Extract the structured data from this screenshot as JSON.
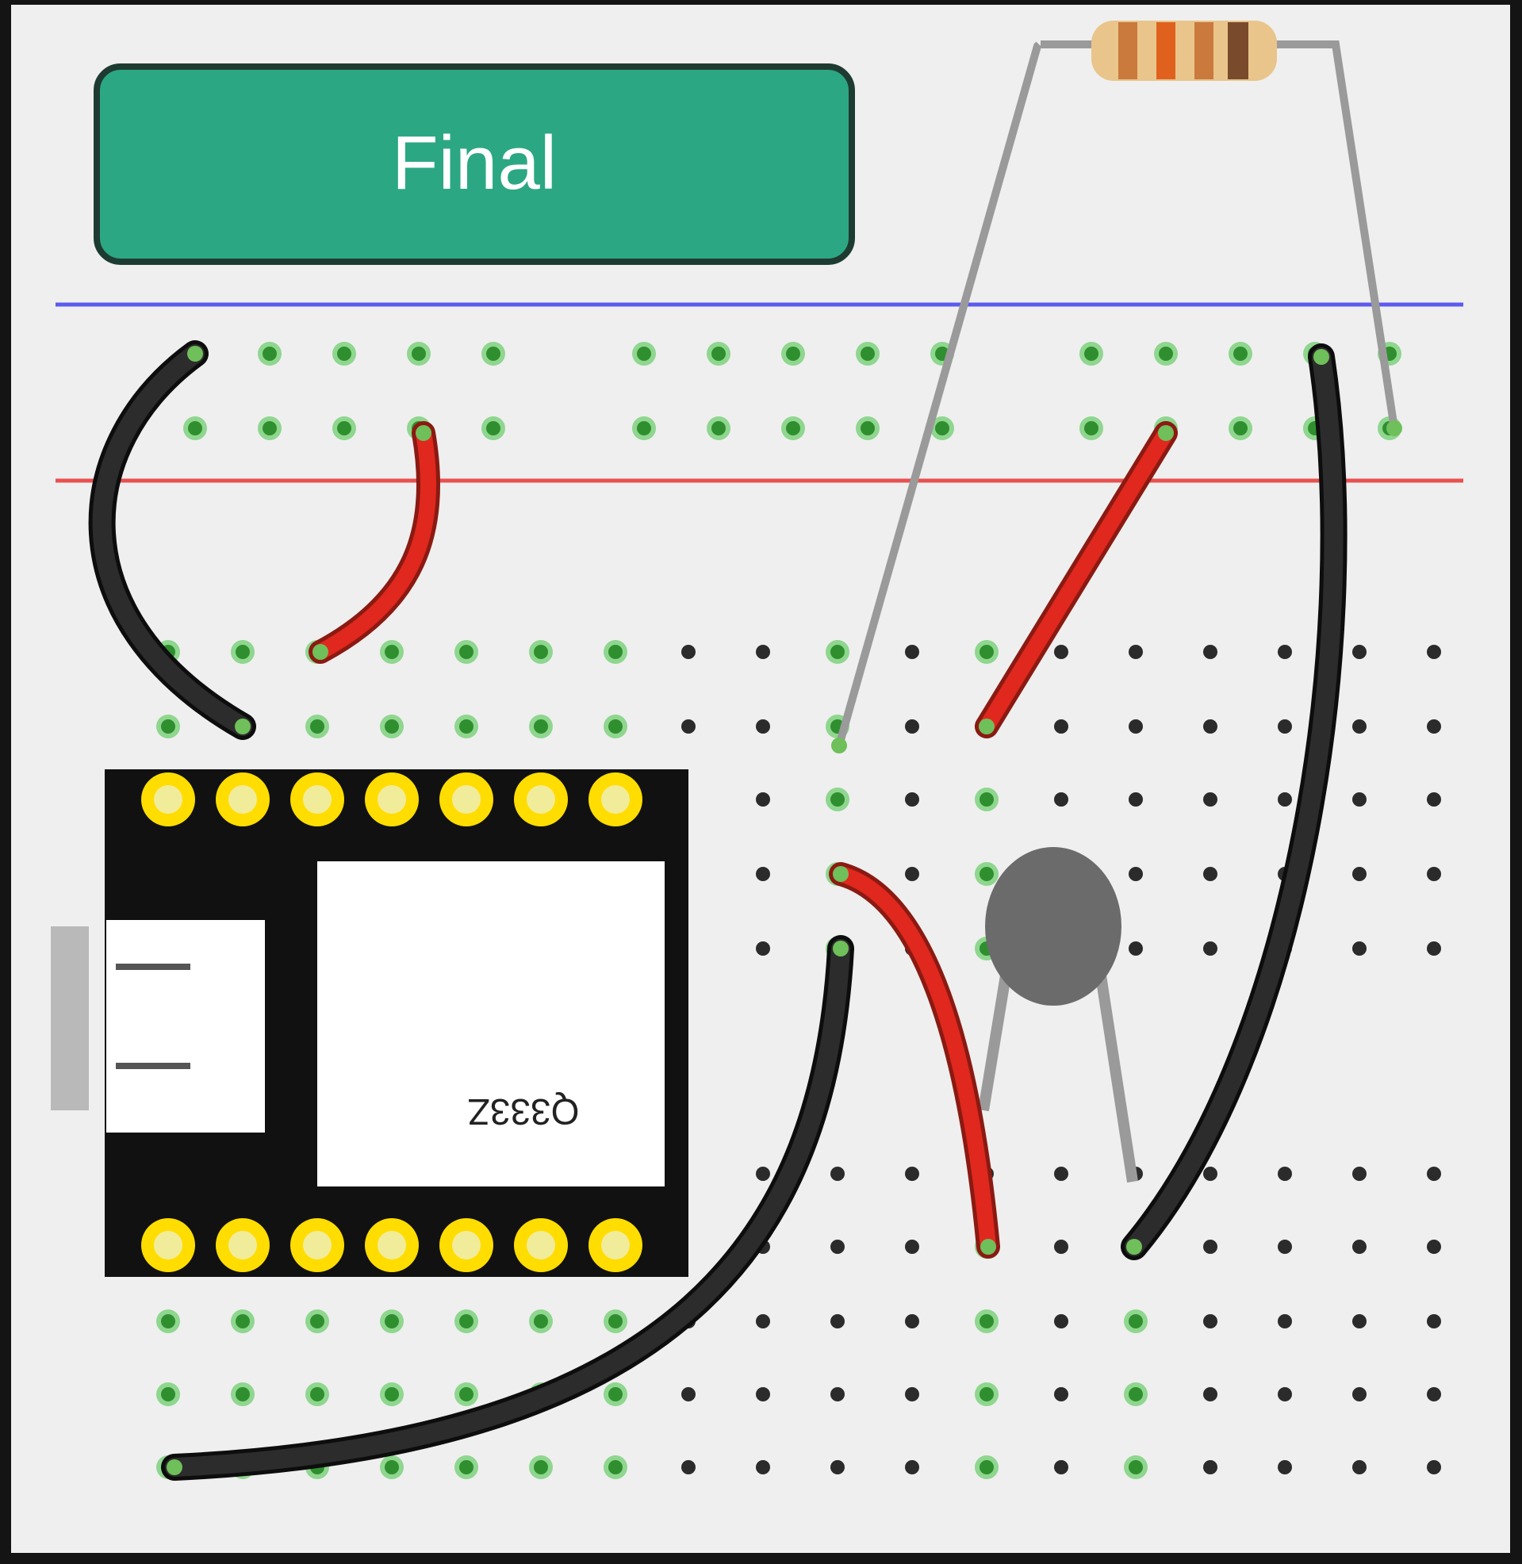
{
  "header": {
    "title": "Final"
  },
  "board": {
    "chip_marking": "Q333Z",
    "rails": [
      {
        "name": "blue-rail",
        "color": "#5b5bf0"
      },
      {
        "name": "red-rail",
        "color": "#e85050"
      }
    ]
  },
  "components": [
    {
      "name": "resistor",
      "type": "resistor",
      "bands": [
        "#c97a3c",
        "#e0611e",
        "#c97a3c",
        "#7a4a2c"
      ]
    },
    {
      "name": "thermistor",
      "type": "thermistor",
      "color": "#6b6b6b"
    },
    {
      "name": "microcontroller",
      "type": "board",
      "color": "#111111",
      "pad_color": "#ffdd00"
    }
  ],
  "wires": [
    {
      "name": "black-wire-top-left",
      "color": "#2c2c2c"
    },
    {
      "name": "red-wire-top-left",
      "color": "#e0281e"
    },
    {
      "name": "red-wire-diagonal",
      "color": "#e0281e"
    },
    {
      "name": "black-wire-right-long",
      "color": "#2c2c2c"
    },
    {
      "name": "red-wire-middle",
      "color": "#e0281e"
    },
    {
      "name": "black-wire-bottom",
      "color": "#2c2c2c"
    }
  ],
  "colors": {
    "board": "#efefef",
    "title_bg": "#2ca783",
    "hole": "#2b2b2b",
    "connected_hole": "#2f8f2f",
    "connected_halo": "#8fd68f"
  }
}
